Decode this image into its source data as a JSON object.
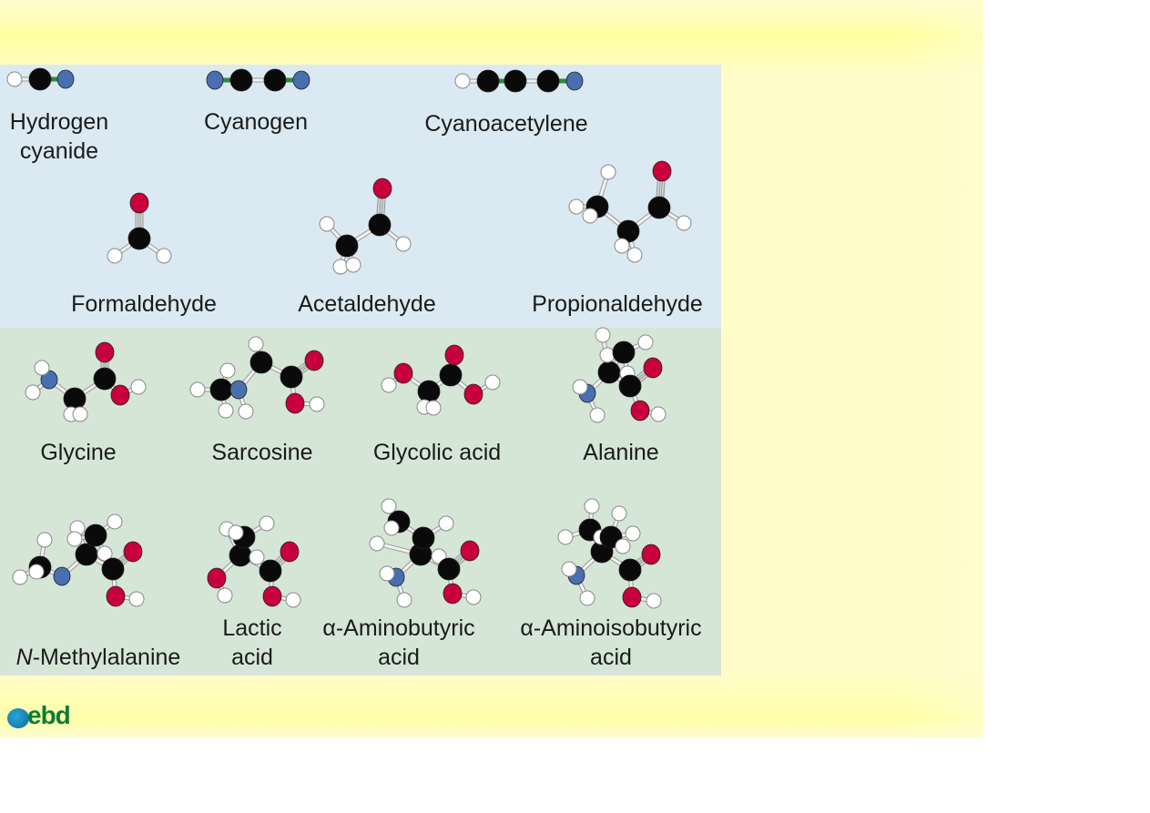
{
  "colors": {
    "carbon": "#0a0a0a",
    "hydrogen": "#ffffff",
    "oxygen": "#c8003c",
    "nitrogen": "#4a6fb0",
    "triple_bond": "#2e8b3e",
    "bond": "#cfcfcf"
  },
  "molecules": [
    {
      "id": "hydrogen-cyanide",
      "label": [
        "Hydrogen",
        "cyanide"
      ]
    },
    {
      "id": "cyanogen",
      "label": [
        "Cyanogen"
      ]
    },
    {
      "id": "cyanoacetylene",
      "label": [
        "Cyanoacetylene"
      ]
    },
    {
      "id": "formaldehyde",
      "label": [
        "Formaldehyde"
      ]
    },
    {
      "id": "acetaldehyde",
      "label": [
        "Acetaldehyde"
      ]
    },
    {
      "id": "propionaldehyde",
      "label": [
        "Propionaldehyde"
      ]
    },
    {
      "id": "glycine",
      "label": [
        "Glycine"
      ]
    },
    {
      "id": "sarcosine",
      "label": [
        "Sarcosine"
      ]
    },
    {
      "id": "glycolic-acid",
      "label": [
        "Glycolic acid"
      ]
    },
    {
      "id": "alanine",
      "label": [
        "Alanine"
      ]
    },
    {
      "id": "n-methylalanine",
      "label": [
        "N-Methylalanine"
      ]
    },
    {
      "id": "lactic-acid",
      "label": [
        "Lactic",
        "acid"
      ]
    },
    {
      "id": "alpha-aminobutyric-acid",
      "label": [
        "α-Aminobutyric",
        "acid"
      ]
    },
    {
      "id": "alpha-aminoisobutyric-acid",
      "label": [
        "α-Aminoisobutyric",
        "acid"
      ]
    }
  ],
  "logo": {
    "text": "ebd"
  }
}
